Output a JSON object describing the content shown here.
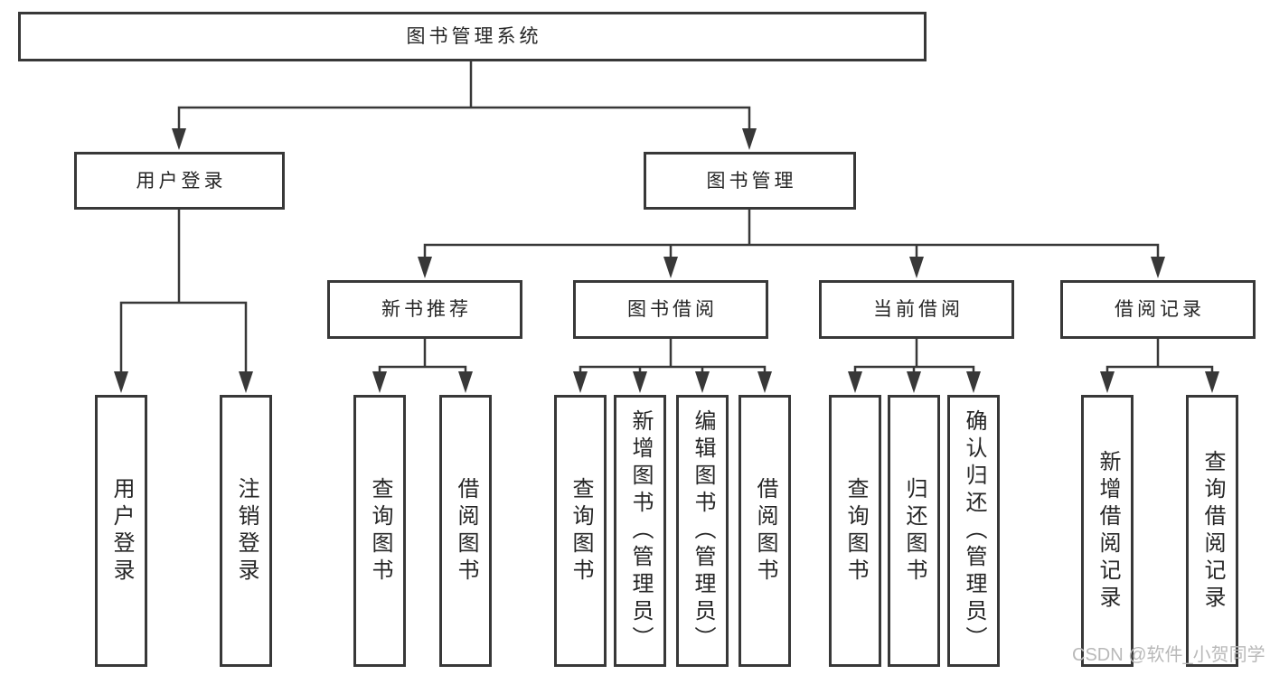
{
  "tree": {
    "label": "图书管理系统",
    "children": [
      {
        "label": "用户登录",
        "children": [
          {
            "label": "用户登录"
          },
          {
            "label": "注销登录"
          }
        ]
      },
      {
        "label": "图书管理",
        "children": [
          {
            "label": "新书推荐",
            "children": [
              {
                "label": "查询图书"
              },
              {
                "label": "借阅图书"
              }
            ]
          },
          {
            "label": "图书借阅",
            "children": [
              {
                "label": "查询图书"
              },
              {
                "label": "新增图书（管理员）"
              },
              {
                "label": "编辑图书（管理员）"
              },
              {
                "label": "借阅图书"
              }
            ]
          },
          {
            "label": "当前借阅",
            "children": [
              {
                "label": "查询图书"
              },
              {
                "label": "归还图书"
              },
              {
                "label": "确认归还（管理员）"
              }
            ]
          },
          {
            "label": "借阅记录",
            "children": [
              {
                "label": "新增借阅记录"
              },
              {
                "label": "查询借阅记录"
              }
            ]
          }
        ]
      }
    ]
  },
  "watermark": "CSDN @软件_小贺同学",
  "colors": {
    "line": "#383838",
    "text": "#262626",
    "watermark": "#b9b9b9",
    "background": "#ffffff"
  }
}
